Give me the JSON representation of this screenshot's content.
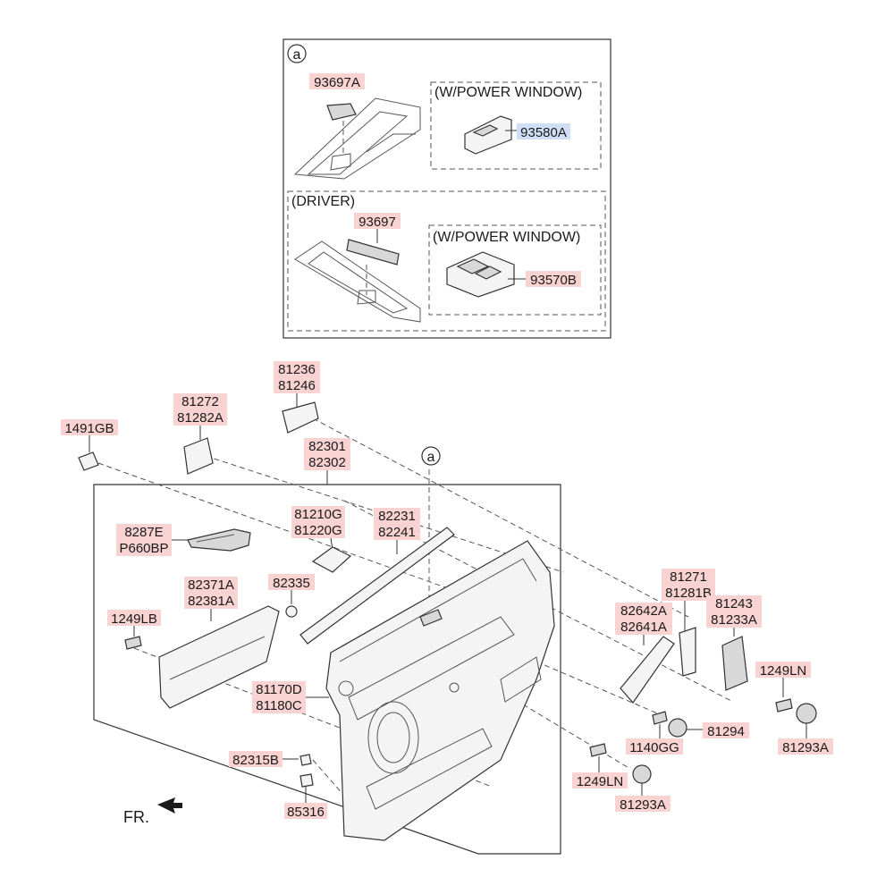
{
  "inset": {
    "callout": "a",
    "top_part": "93697A",
    "top_option": "(W/POWER WINDOW)",
    "top_option_part": "93580A",
    "driver_label": "(DRIVER)",
    "driver_part": "93697",
    "driver_option": "(W/POWER WINDOW)",
    "driver_option_part": "93570B"
  },
  "labels": {
    "p81236": "81236",
    "p81246": "81246",
    "p81272": "81272",
    "p81282A": "81282A",
    "p1491GB": "1491GB",
    "p82301": "82301",
    "p82302": "82302",
    "callout_a": "a",
    "p8287E": "8287E",
    "p660BP": "P660BP",
    "p81210G": "81210G",
    "p81220G": "81220G",
    "p82231": "82231",
    "p82241": "82241",
    "p82371A": "82371A",
    "p82381A": "82381A",
    "p82335": "82335",
    "p1249LB": "1249LB",
    "p81170D": "81170D",
    "p81180C": "81180C",
    "p82315B": "82315B",
    "p85316": "85316",
    "p81271": "81271",
    "p81281B": "81281B",
    "p82642A": "82642A",
    "p82641A": "82641A",
    "p81243": "81243",
    "p81233A": "81233A",
    "p1249LN_a": "1249LN",
    "p81294": "81294",
    "p1140GG": "1140GG",
    "p81293A_a": "81293A",
    "p1249LN_b": "1249LN",
    "p81293A_b": "81293A",
    "fr": "FR."
  }
}
